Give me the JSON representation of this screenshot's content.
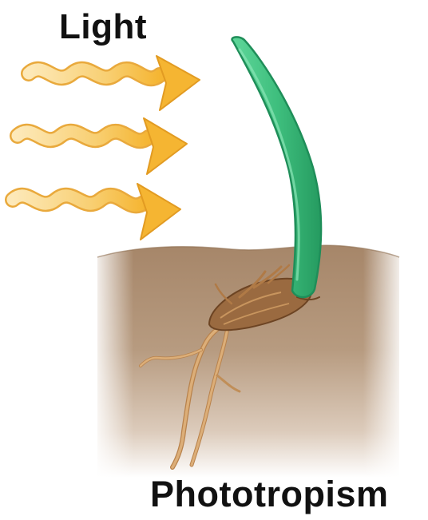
{
  "labels": {
    "light": "Light",
    "process": "Phototropism"
  },
  "colors": {
    "light_wave_fill": "#F7C65C",
    "light_wave_stroke": "#E9A93C",
    "arrowhead_fill": "#F5B532",
    "soil_top": "#A98B6D",
    "soil_fade": "#FFFFFF",
    "shoot_green": "#3DBE7C",
    "shoot_edge": "#1F8E59",
    "seed_brown": "#8B5A34",
    "root_tan": "#D6A46F"
  },
  "icons": {
    "light_rays": "wavy-arrow",
    "seedling": "bent-shoot"
  }
}
